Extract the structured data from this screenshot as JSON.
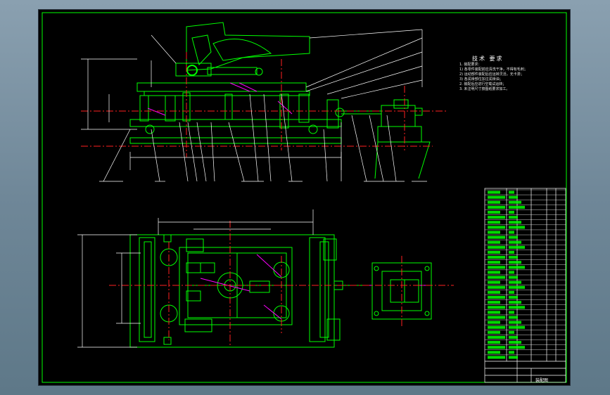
{
  "technical_notes": {
    "title": "技术 要求",
    "lines": [
      "1. 装配要求：",
      "1) 各零件装配前应清洗干净，不得有毛刺；",
      "2) 运动部件装配后应运转灵活，无卡滞；",
      "3) 各润滑部位加注润滑油；",
      "2. 装配后应进行空载试运转；",
      "3. 未注明尺寸按图纸要求加工。"
    ]
  },
  "title_block": {
    "drawing_title": "装配图",
    "rows": 34
  },
  "colors": {
    "outline": "#00ff00",
    "center_line": "#ff2020",
    "dimension": "#ffffff",
    "hatch": "#ff00ff",
    "background": "#000000",
    "frame": "#00ff00"
  }
}
